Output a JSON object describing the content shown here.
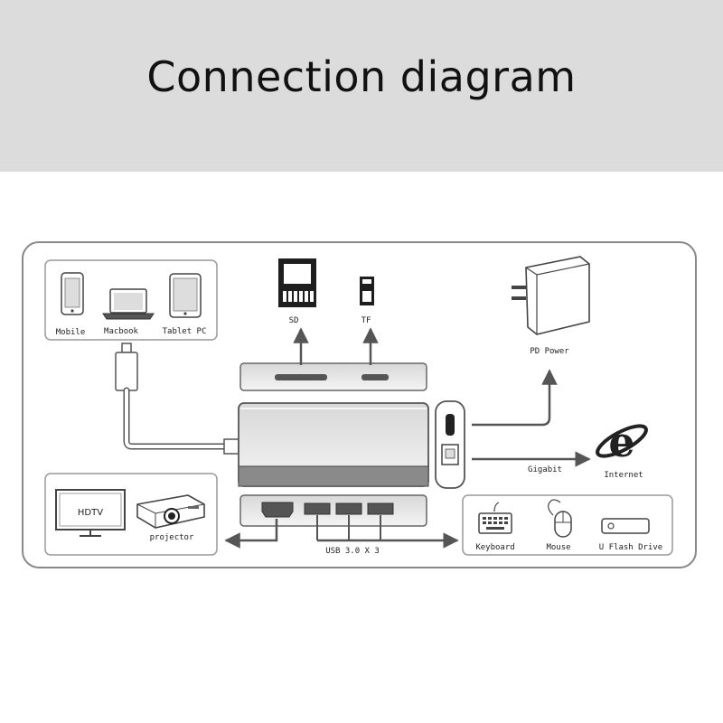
{
  "header": {
    "title": "Connection diagram"
  },
  "devices": {
    "mobile": "Mobile",
    "macbook": "Macbook",
    "tablet": "Tablet PC"
  },
  "cards": {
    "sd": "SD",
    "tf": "TF"
  },
  "power": {
    "label": "PD  Power"
  },
  "network": {
    "cable": "Gigabit",
    "internet": "Internet"
  },
  "display": {
    "hdtv": "HDTV",
    "projector": "projector"
  },
  "usb": {
    "label": "USB 3.0 X 3",
    "keyboard": "Keyboard",
    "mouse": "Mouse",
    "flash": "U Flash Drive"
  },
  "colors": {
    "header_bg": "#dcdcdc",
    "line": "#555555",
    "hub_face": "#ececec",
    "hub_dark": "#8a8a8a"
  }
}
